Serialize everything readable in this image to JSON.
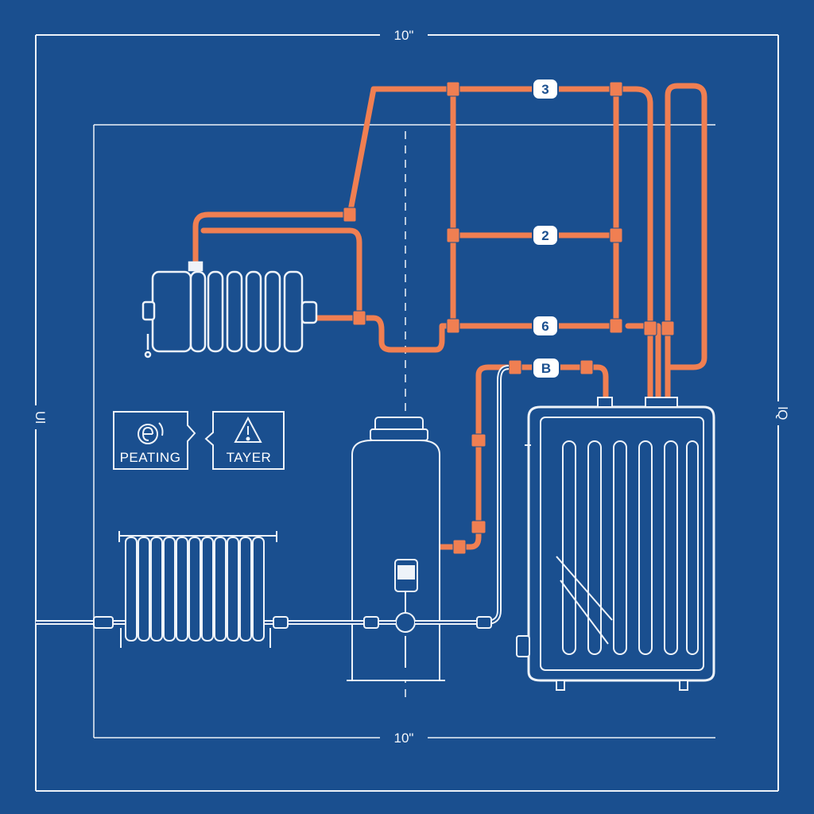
{
  "dimensions": {
    "top": "10\"",
    "bottom": "10\"",
    "left": "Ul",
    "right": "lQ"
  },
  "badges": [
    "3",
    "2",
    "6",
    "B"
  ],
  "tags": {
    "heating": {
      "label": "PEATING",
      "icon": "heating-icon"
    },
    "warning": {
      "label": "TAYER",
      "icon": "warning-triangle-icon"
    }
  },
  "colors": {
    "background": "#1a4f8f",
    "line": "#eef3f9",
    "pipe_hot": "#f07f52"
  }
}
